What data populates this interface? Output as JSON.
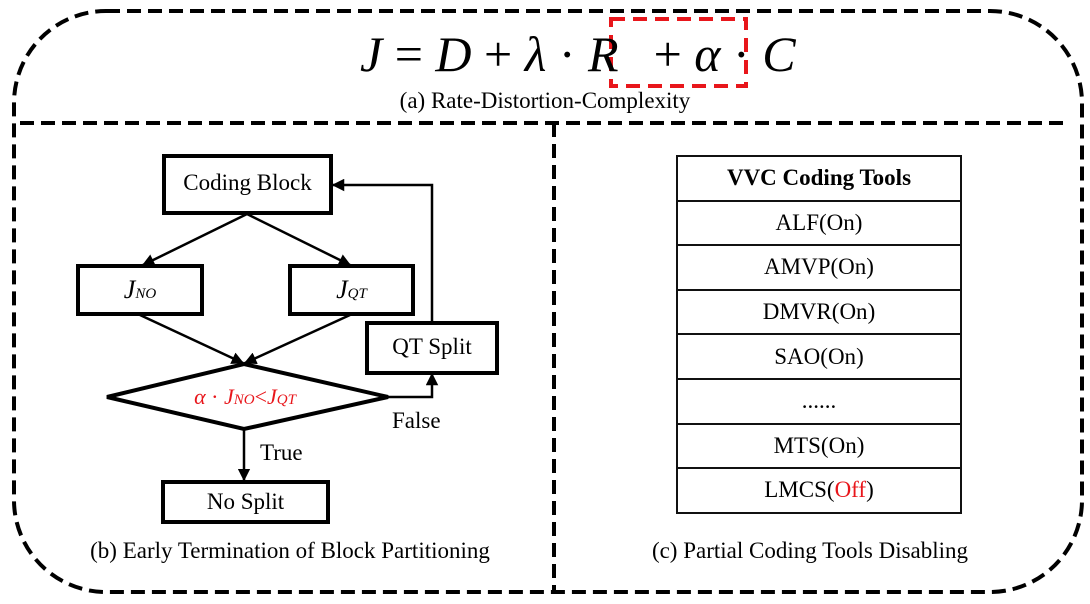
{
  "equation": {
    "lhs": "J",
    "equals": "=",
    "term_d": "D",
    "plus1": "+",
    "lambda": "λ",
    "dot1": "·",
    "term_r": "R",
    "highlighted": {
      "plus": "+",
      "alpha": "α",
      "dot": "·",
      "term_c": "C"
    },
    "highlight_color": "#e8161b"
  },
  "panel_a": {
    "caption": "(a) Rate-Distortion-Complexity"
  },
  "panel_b": {
    "caption": "(b) Early Termination of Block Partitioning",
    "nodes": {
      "coding_block": "Coding Block",
      "j_no": {
        "base": "J",
        "sub": "NO"
      },
      "j_qt": {
        "base": "J",
        "sub": "QT"
      },
      "qt_split": "QT Split",
      "no_split": "No Split",
      "decision": {
        "alpha": "α",
        "dot": " · ",
        "lhs_base": "J",
        "lhs_sub": "NO",
        "lt": "<",
        "rhs_base": "J",
        "rhs_sub": "QT",
        "color": "#e8161b"
      }
    },
    "edges": {
      "true_label": "True",
      "false_label": "False"
    }
  },
  "panel_c": {
    "caption": "(c) Partial Coding Tools Disabling",
    "table_header": "VVC Coding Tools",
    "tools": [
      {
        "name": "ALF",
        "state": "On"
      },
      {
        "name": "AMVP",
        "state": "On"
      },
      {
        "name": "DMVR",
        "state": "On"
      },
      {
        "name": "SAO",
        "state": "On"
      },
      {
        "name": "......",
        "state": null
      },
      {
        "name": "MTS",
        "state": "On"
      },
      {
        "name": "LMCS",
        "state": "Off"
      }
    ],
    "off_color": "#e8161b"
  }
}
